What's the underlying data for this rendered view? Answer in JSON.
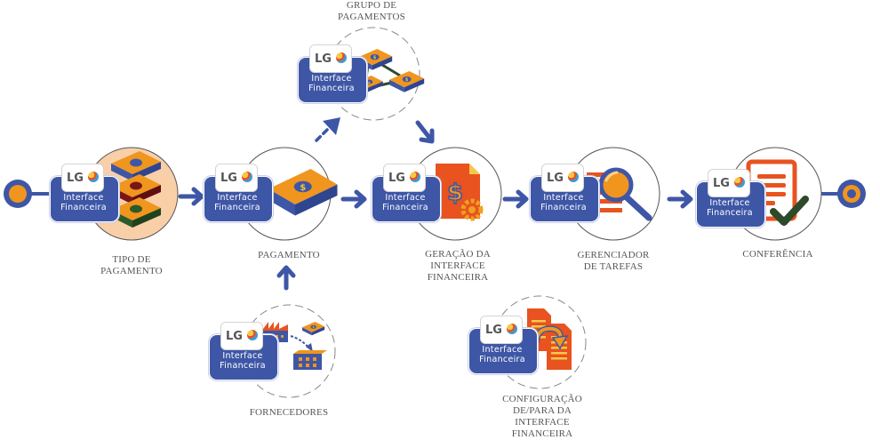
{
  "diagram": {
    "badge_brand": "LG",
    "badge_line1": "Interface",
    "badge_line2": "Financeira",
    "colors": {
      "primary_blue": "#3e56a6",
      "orange": "#f0951e",
      "red_orange": "#e8531f",
      "dark_green": "#2d4a2a",
      "peach": "#f9cfa8",
      "circle_stroke": "#555555",
      "dashed_stroke": "#888888",
      "label_gray": "#555555"
    },
    "nodes": [
      {
        "id": "tipo-pagamento",
        "label_lines": [
          "TIPO DE",
          "PAGAMENTO"
        ],
        "icon": "stacked-money-icon",
        "style": "filled"
      },
      {
        "id": "pagamento",
        "label_lines": [
          "PAGAMENTO"
        ],
        "icon": "money-stack-icon",
        "style": "solid"
      },
      {
        "id": "grupo-pagamentos",
        "label_lines": [
          "GRUPO DE",
          "PAGAMENTOS"
        ],
        "icon": "linked-money-icon",
        "style": "dashed"
      },
      {
        "id": "geracao-interface",
        "label_lines": [
          "GERAÇÃO DA",
          "INTERFACE",
          "FINANCEIRA"
        ],
        "icon": "document-dollar-gear-icon",
        "style": "solid"
      },
      {
        "id": "gerenciador-tarefas",
        "label_lines": [
          "GERENCIADOR",
          "DE TAREFAS"
        ],
        "icon": "magnifier-list-icon",
        "style": "solid"
      },
      {
        "id": "conferencia",
        "label_lines": [
          "CONFERÊNCIA"
        ],
        "icon": "document-check-icon",
        "style": "solid"
      },
      {
        "id": "fornecedores",
        "label_lines": [
          "FORNECEDORES"
        ],
        "icon": "factory-building-icon",
        "style": "dashed"
      },
      {
        "id": "configuracao-depara",
        "label_lines": [
          "CONFIGURAÇÃO",
          "DE/PARA DA",
          "INTERFACE",
          "FINANCEIRA"
        ],
        "icon": "documents-sync-icon",
        "style": "dashed"
      }
    ],
    "edges": [
      {
        "from": "start",
        "to": "tipo-pagamento",
        "type": "line"
      },
      {
        "from": "tipo-pagamento",
        "to": "pagamento",
        "type": "arrow"
      },
      {
        "from": "pagamento",
        "to": "grupo-pagamentos",
        "type": "dashed-arrow"
      },
      {
        "from": "grupo-pagamentos",
        "to": "geracao-interface",
        "type": "arrow"
      },
      {
        "from": "pagamento",
        "to": "geracao-interface",
        "type": "arrow"
      },
      {
        "from": "geracao-interface",
        "to": "gerenciador-tarefas",
        "type": "arrow"
      },
      {
        "from": "gerenciador-tarefas",
        "to": "conferencia",
        "type": "arrow"
      },
      {
        "from": "conferencia",
        "to": "end",
        "type": "line"
      },
      {
        "from": "fornecedores",
        "to": "pagamento",
        "type": "arrow"
      },
      {
        "from": "configuracao-depara",
        "to": "geracao-interface",
        "type": "none"
      }
    ]
  }
}
